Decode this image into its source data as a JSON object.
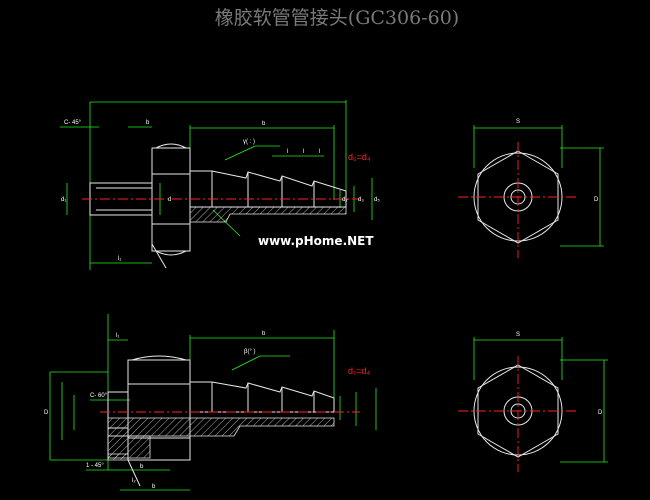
{
  "title": "橡胶软管管接头(GC306-60)",
  "watermark": "www.pHome.NET",
  "labels": {
    "top_eq": "d₆=d₄",
    "bottom_eq": "d₇=d₄",
    "s_top": "S",
    "s_bottom": "S",
    "D_top": "D",
    "D_bottom": "D",
    "b_top": "b",
    "b_bottom": "b",
    "l1_top": "l₁",
    "l1_bottom": "l₁",
    "l_a": "l",
    "l_b": "l",
    "l_c": "l",
    "chamfer_top": "C- 45°",
    "chamfer_bottom": "C- 60°",
    "chamfer_low": "1 - 45°",
    "angle_top": "γ( : )",
    "angle_bottom": "β(° )",
    "d_left": "d₁",
    "d_mid": "d",
    "d2": "d₂",
    "d3": "d₃",
    "d5": "d₅",
    "D1": "D",
    "b_small": "b",
    "b_low1": "b",
    "b_low2": "b",
    "s_low": "l₂"
  },
  "colors": {
    "background": "#000000",
    "dimension": "#22ee22",
    "outline": "#e8e8e8",
    "centerline": "#ff2222",
    "title": "#7a7a7a"
  }
}
